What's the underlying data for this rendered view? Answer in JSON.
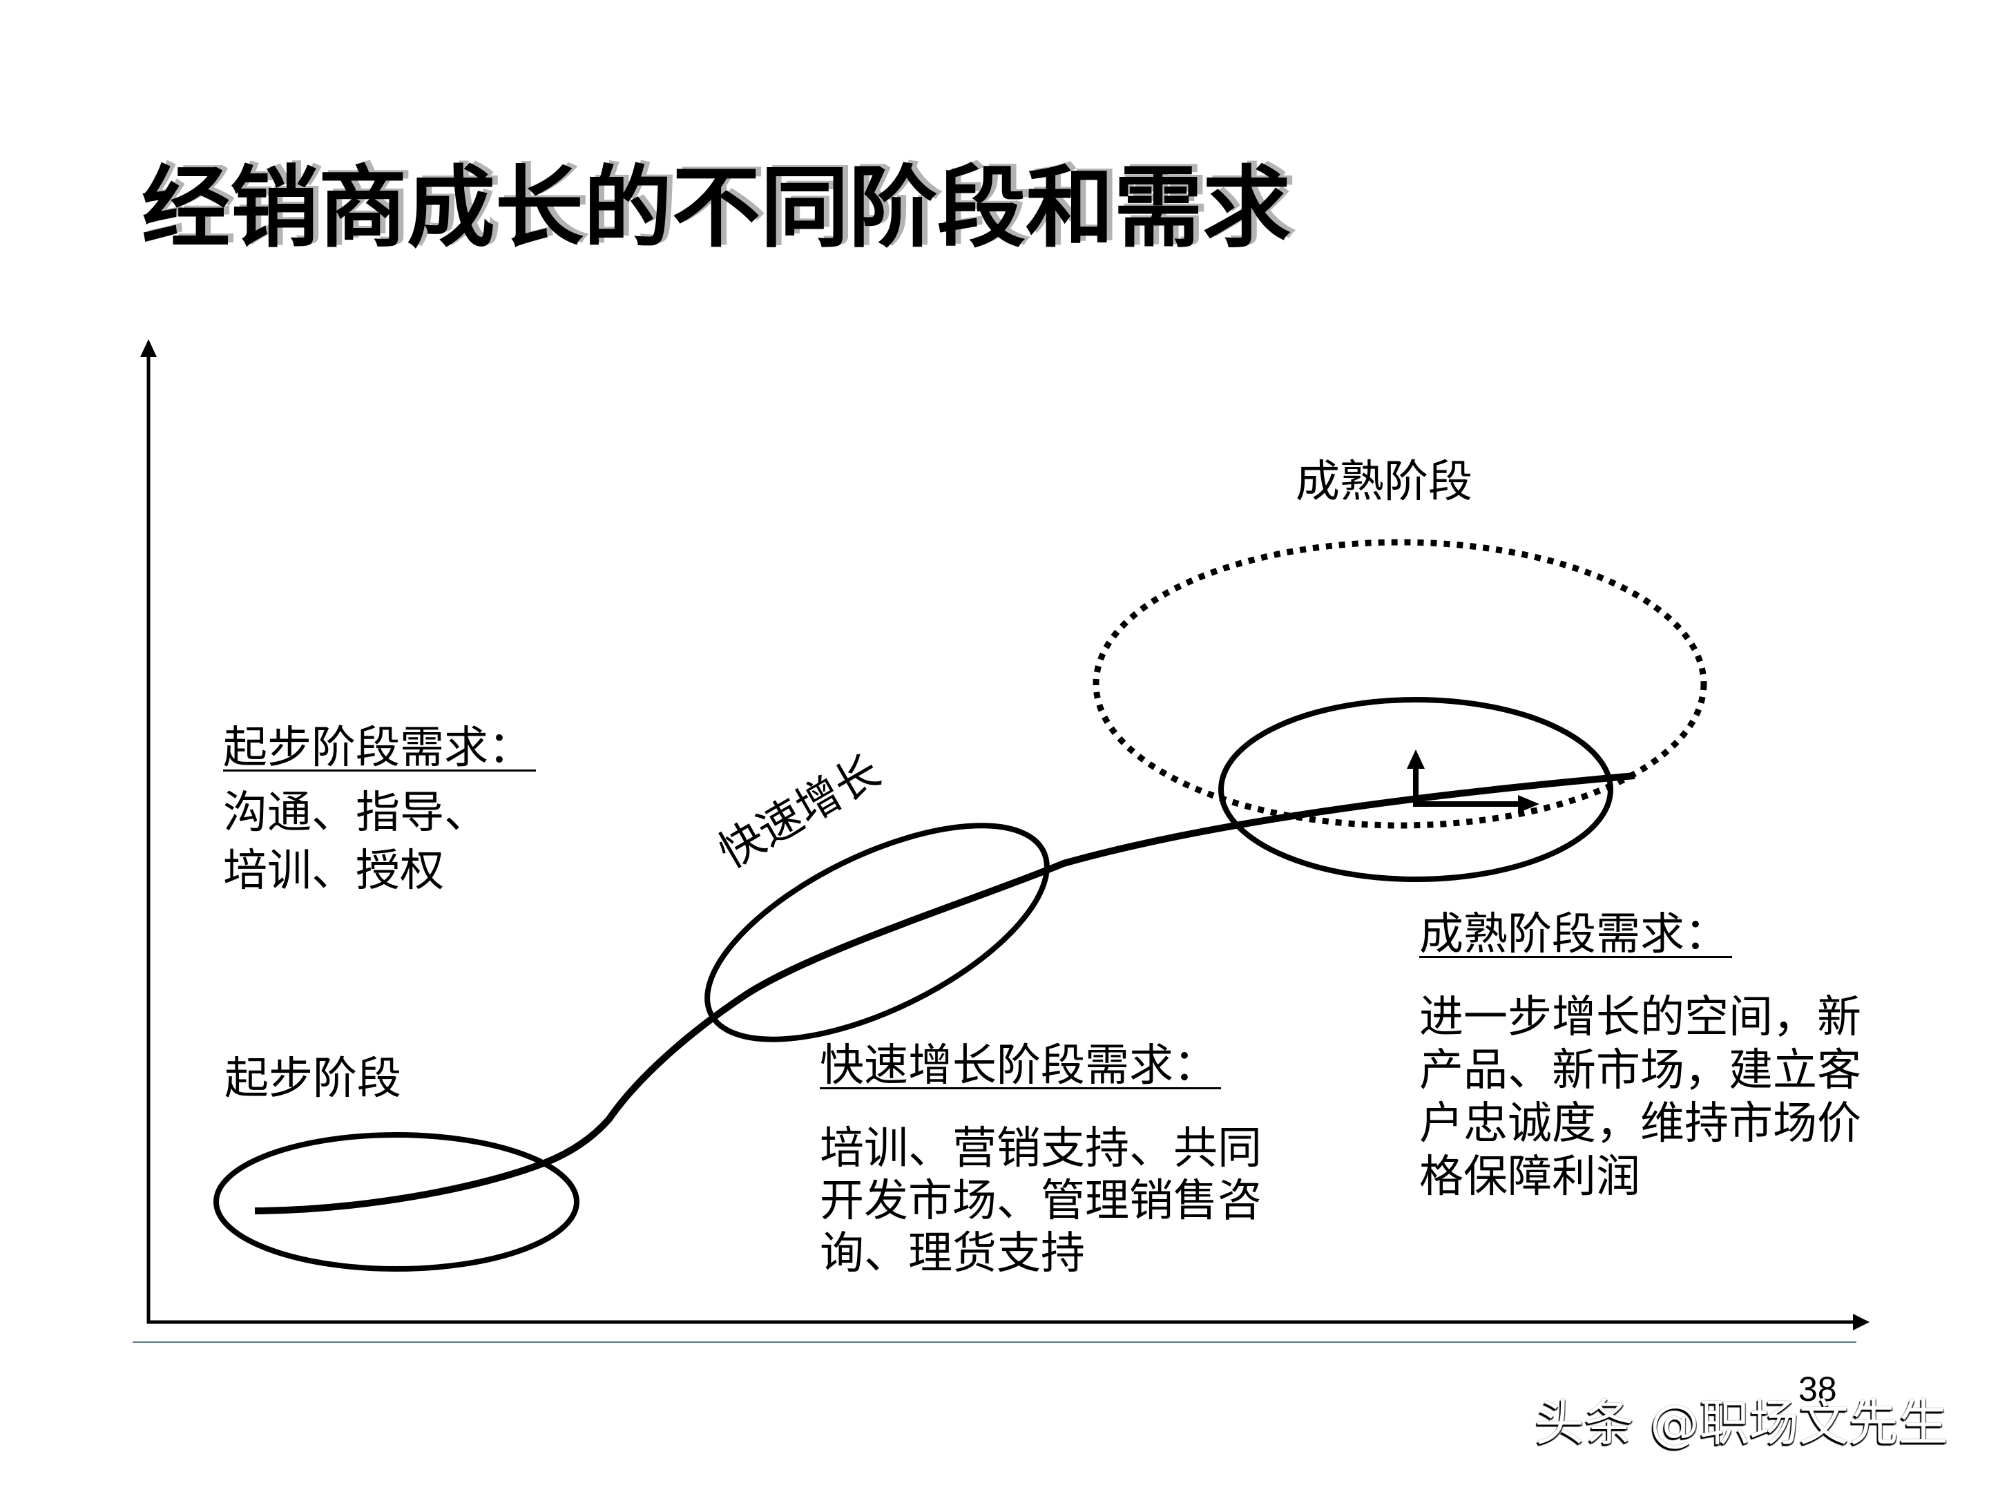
{
  "slide": {
    "title": "经销商成长的不同阶段和需求",
    "page_number": "38"
  },
  "watermark": {
    "text": "头条 @职场文先生"
  },
  "diagram": {
    "type": "growth-stage-curve",
    "stages": [
      {
        "label": "起步阶段",
        "needs_heading": "起步阶段需求：",
        "needs_lines": [
          "沟通、指导、",
          "培训、授权"
        ]
      },
      {
        "label": "快速增长",
        "needs_heading": "快速增长阶段需求：",
        "needs_lines": [
          "培训、营销支持、共同",
          "开发市场、管理销售咨",
          "询、理货支持"
        ]
      },
      {
        "label": "成熟阶段",
        "needs_heading": "成熟阶段需求：",
        "needs_lines": [
          "进一步增长的空间，新",
          "产品、新市场，建立客",
          "户忠诚度，维持市场价",
          "格保障利润"
        ]
      }
    ]
  },
  "colors": {
    "background": "#ffffff",
    "text": "#000000",
    "title-shadow": "#b3b3b3",
    "footer-rule": "#5b7b88"
  }
}
